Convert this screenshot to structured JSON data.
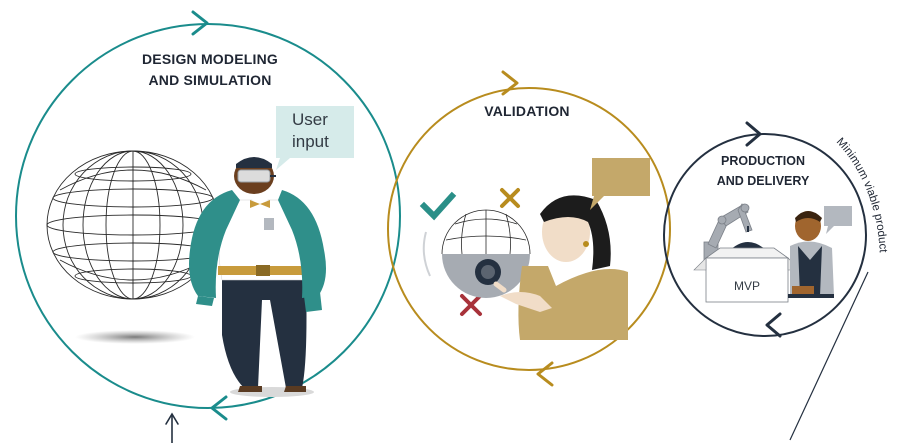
{
  "stages": {
    "design": {
      "line1": "DESIGN MODELING",
      "line2": "AND SIMULATION",
      "color": "#1a8c8c"
    },
    "validation": {
      "title": "VALIDATION",
      "color": "#b88c1e"
    },
    "production": {
      "line1": "PRODUCTION",
      "line2": "AND DELIVERY",
      "color": "#243040"
    }
  },
  "speech": {
    "user_input_line1": "User",
    "user_input_line2": "input",
    "bubble_color": "#d6ebea",
    "validation_bubble_color": "#c4a86a",
    "production_bubble_color": "#b3b8bf"
  },
  "product": {
    "box_label": "MVP"
  },
  "annotation": {
    "curved_label": "Minimum viable product"
  },
  "icons": {
    "check": "check-icon",
    "cross": "cross-icon"
  },
  "colors": {
    "check": "#2a8f88",
    "cross_gold": "#b88c1e",
    "cross_red": "#a8323a",
    "dark": "#243040"
  }
}
